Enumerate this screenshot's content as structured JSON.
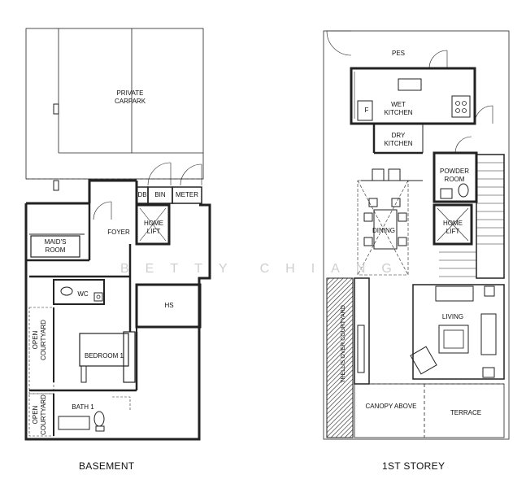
{
  "watermark": [
    "B",
    "E",
    "T",
    "T",
    "Y",
    "C",
    "H",
    "I",
    "A",
    "N",
    "G"
  ],
  "basement": {
    "title": "BASEMENT",
    "rooms": {
      "carpark": [
        "PRIVATE",
        "CARPARK"
      ],
      "db": "DB",
      "bin": "BIN",
      "meter": "METER",
      "home_lift": [
        "HOME",
        "LIFT"
      ],
      "foyer": "FOYER",
      "maids_room": [
        "MAID'S",
        "ROOM"
      ],
      "wc": "WC",
      "hs": "HS",
      "open_courtyard_1": [
        "OPEN",
        "COURTYARD"
      ],
      "open_courtyard_2": [
        "OPEN",
        "COURTYARD"
      ],
      "bedroom": "BEDROOM 1",
      "bath": "BATH 1"
    }
  },
  "first_storey": {
    "title": "1ST STOREY",
    "rooms": {
      "pes": "PES",
      "fridge": "F",
      "wet_kitchen": [
        "WET",
        "KITCHEN"
      ],
      "dry_kitchen": [
        "DRY",
        "KITCHEN"
      ],
      "powder_room": [
        "POWDER",
        "ROOM"
      ],
      "home_lift": [
        "HOME",
        "LIFT"
      ],
      "dining": "DINING",
      "living": "LIVING",
      "trellis": "TRELLIS OVER COURTYARD",
      "canopy": "CANOPY ABOVE",
      "terrace": "TERRACE"
    }
  }
}
